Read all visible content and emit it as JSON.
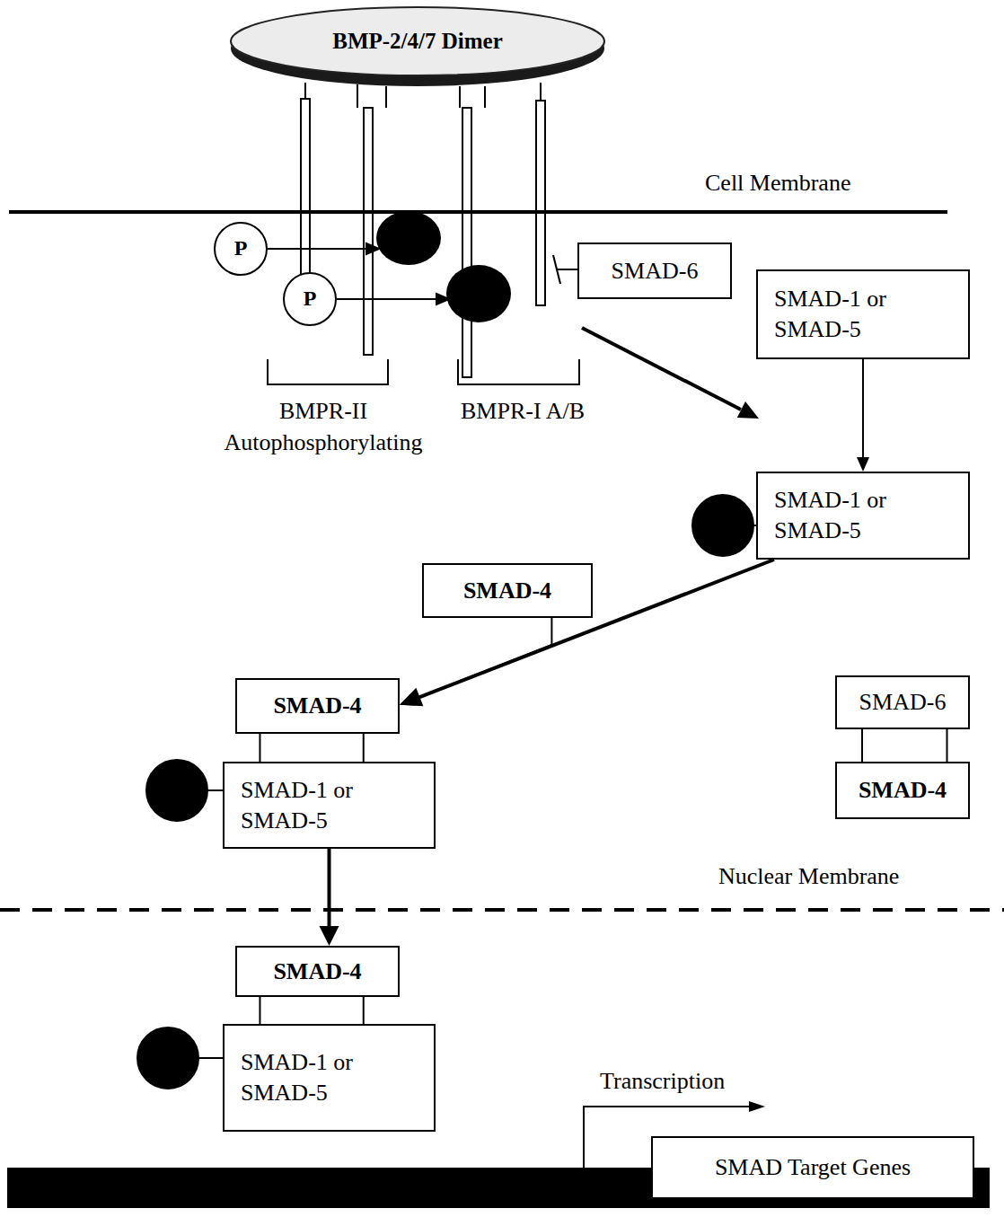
{
  "diagram": {
    "nodes": [
      {
        "text": [
          "BMP-2/4/7 Dimer"
        ]
      },
      {
        "text": [
          "P"
        ]
      },
      {
        "text": [
          "P"
        ]
      },
      {
        "text": [
          "SMAD-6"
        ]
      },
      {
        "text": [
          "SMAD-1 or SMAD-5"
        ]
      },
      {
        "text": [
          "SMAD-1 or SMAD-5"
        ]
      },
      {
        "text": [
          "SMAD-4"
        ]
      },
      {
        "text": [
          "SMAD-4"
        ]
      },
      {
        "text": [
          "SMAD-1 or SMAD-5"
        ]
      },
      {
        "text": [
          "SMAD-6"
        ]
      },
      {
        "text": [
          "SMAD-4"
        ]
      },
      {
        "text": [
          "SMAD-4"
        ]
      },
      {
        "text": [
          "SMAD-1 or SMAD-5"
        ]
      },
      {
        "text": [
          "SMAD Target Genes"
        ]
      }
    ],
    "edges": [
      {
        "from": 4,
        "to": 5,
        "arrow": "to"
      },
      {
        "from": 6,
        "to": 7,
        "arrow": "to"
      },
      {
        "from": 5,
        "to": 7,
        "arrow": "to"
      },
      {
        "from": 7,
        "to": 8,
        "arrow": "none"
      },
      {
        "from": 9,
        "to": 10,
        "arrow": "none"
      },
      {
        "from": 8,
        "to": 11,
        "arrow": "to"
      },
      {
        "from": 11,
        "to": 12,
        "arrow": "none"
      }
    ],
    "labels": [
      "Cell Membrane",
      "BMPR-II Autophosphorylating",
      "BMPR-I A/B",
      "Nuclear Membrane",
      "Transcription"
    ]
  }
}
